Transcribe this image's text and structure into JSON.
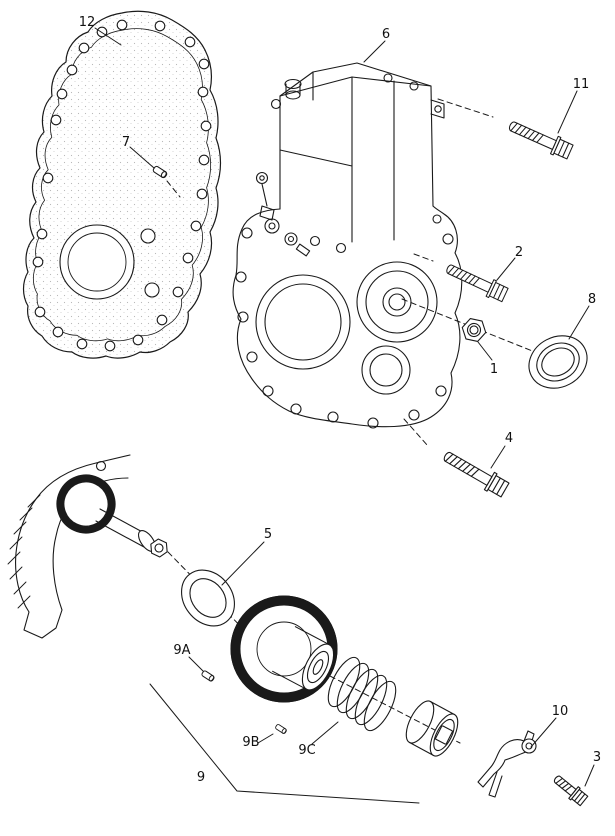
{
  "colors": {
    "ink": "#1a1a1a",
    "background": "#ffffff"
  },
  "callouts": [
    {
      "id": "12",
      "label": "12"
    },
    {
      "id": "7",
      "label": "7"
    },
    {
      "id": "6",
      "label": "6"
    },
    {
      "id": "11",
      "label": "11"
    },
    {
      "id": "2",
      "label": "2"
    },
    {
      "id": "8",
      "label": "8"
    },
    {
      "id": "1",
      "label": "1"
    },
    {
      "id": "4",
      "label": "4"
    },
    {
      "id": "5",
      "label": "5"
    },
    {
      "id": "9A",
      "label": "9A"
    },
    {
      "id": "9B",
      "label": "9B"
    },
    {
      "id": "9C",
      "label": "9C"
    },
    {
      "id": "9",
      "label": "9"
    },
    {
      "id": "10",
      "label": "10"
    },
    {
      "id": "3",
      "label": "3"
    }
  ]
}
